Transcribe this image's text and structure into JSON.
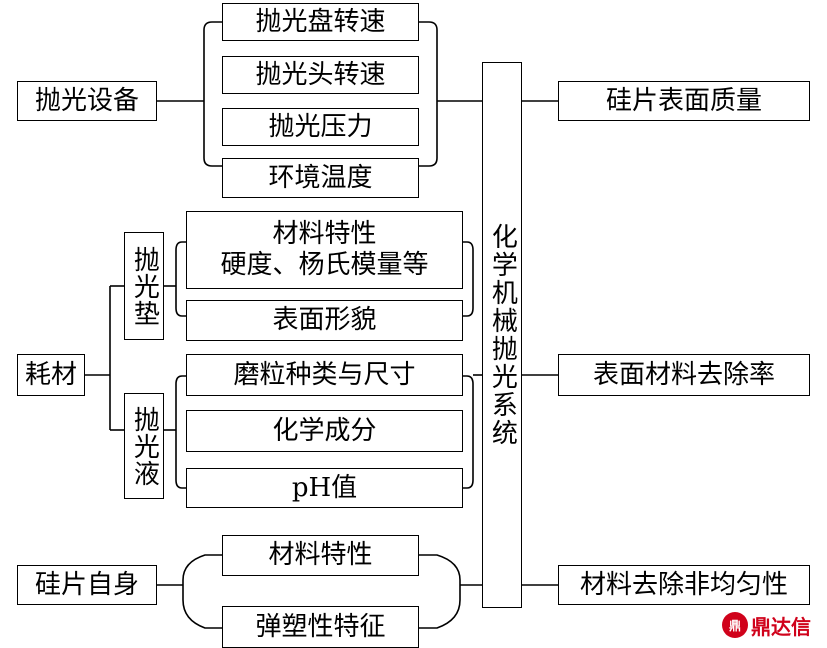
{
  "left": {
    "equipment": "抛光设备",
    "consumables": "耗材",
    "pad": "抛光垫",
    "slurry": "抛光液",
    "wafer": "硅片自身"
  },
  "equipment_factors": [
    "抛光盘转速",
    "抛光头转速",
    "抛光压力",
    "环境温度"
  ],
  "pad_factors": {
    "material_line1": "材料特性",
    "material_line2": "硬度、杨氏模量等",
    "morphology": "表面形貌"
  },
  "slurry_factors": [
    "磨粒种类与尺寸",
    "化学成分",
    "pH值"
  ],
  "wafer_factors": [
    "材料特性",
    "弹塑性特征"
  ],
  "center": "化学机械抛光系统",
  "outputs": [
    "硅片表面质量",
    "表面材料去除率",
    "材料去除非均匀性"
  ],
  "watermark": "鼎达信"
}
